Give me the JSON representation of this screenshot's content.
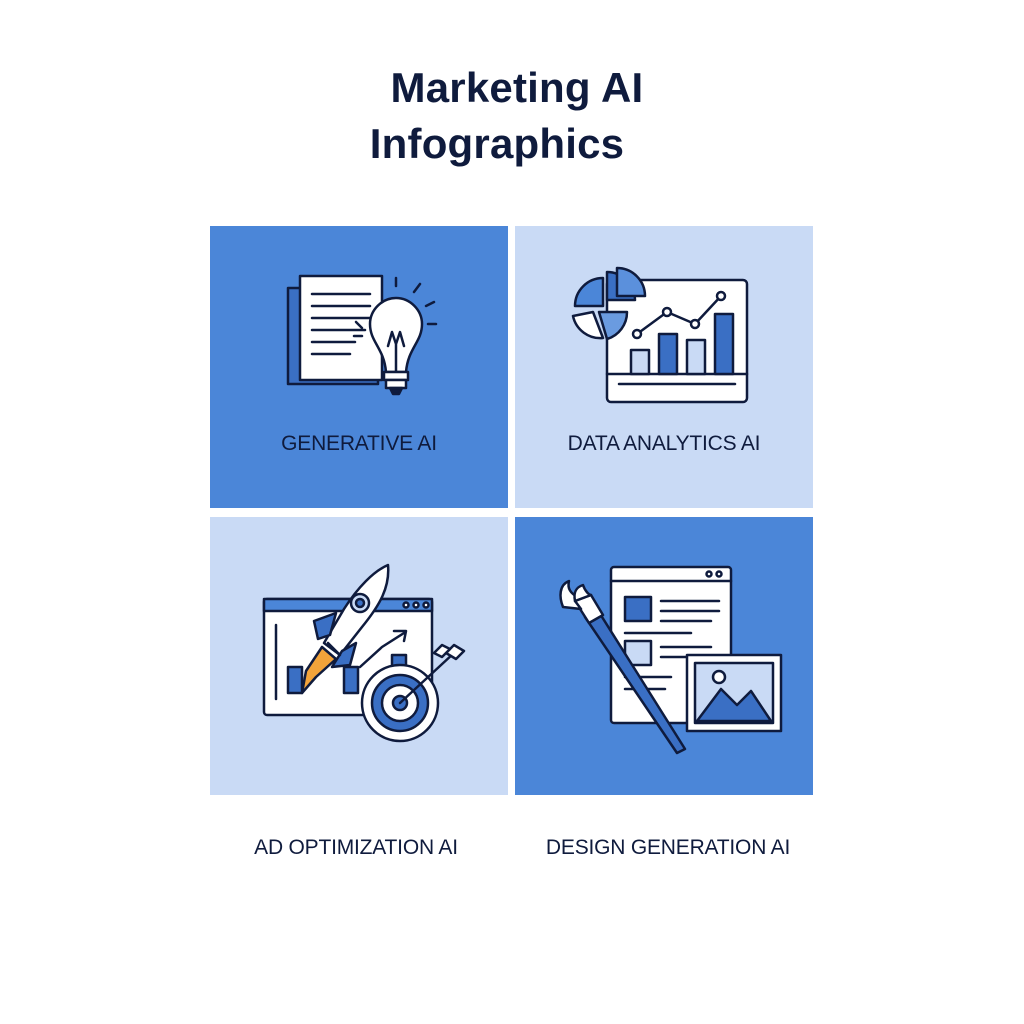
{
  "title": {
    "line1": "Marketing AI",
    "line2": "Infographics"
  },
  "colors": {
    "tile_dark": "#4b86d8",
    "tile_light": "#c9daf5",
    "ink": "#0f1b3d",
    "accent_orange": "#f2a33a"
  },
  "tiles": [
    {
      "label": "GENERATIVE AI",
      "icon": "document-lightbulb-icon"
    },
    {
      "label": "DATA ANALYTICS AI",
      "icon": "chart-dashboard-icon"
    },
    {
      "label": "AD OPTIMIZATION AI",
      "icon": "rocket-target-icon"
    },
    {
      "label": "DESIGN GENERATION AI",
      "icon": "brush-layout-icon"
    }
  ]
}
